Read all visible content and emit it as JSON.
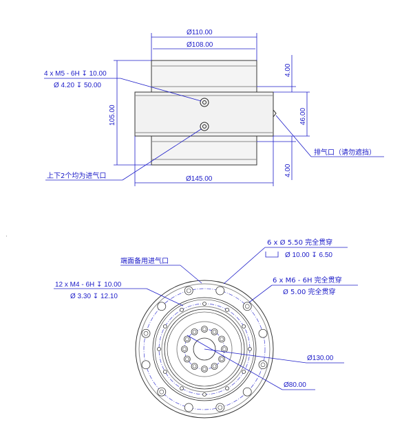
{
  "side_view": {
    "dim_outer_top": "Ø110.00",
    "dim_inner_top": "Ø108.00",
    "dim_housing": "Ø145.00",
    "dim_height": "105.00",
    "dim_top_step": "4.00",
    "dim_mid": "46.00",
    "dim_bottom_step": "4.00",
    "callout_thread_line1": "4 x  M5 - 6H ↧ 10.00",
    "callout_thread_line2": "Ø  4.20 ↧ 50.00",
    "note_inlet": "上下2个均为进气口",
    "note_exhaust": "排气口（请勿遮挡）"
  },
  "front_view": {
    "note_face_inlet": "端面备用进气口",
    "callout_6x550_line1": "6 x  Ø  5.50 完全贯穿",
    "callout_6x550_line2": "Ø  10.00 ↧ 6.50",
    "callout_m6_line1": "6 x  M6 - 6H 完全贯穿",
    "callout_m6_line2": "Ø  5.00 完全贯穿",
    "callout_m4_line1": "12 x  M4 - 6H ↧ 10.00",
    "callout_m4_line2": "Ø  3.30 ↧ 12.10",
    "dim_pcd_outer": "Ø130.00",
    "dim_pcd_inner": "Ø80.00"
  }
}
